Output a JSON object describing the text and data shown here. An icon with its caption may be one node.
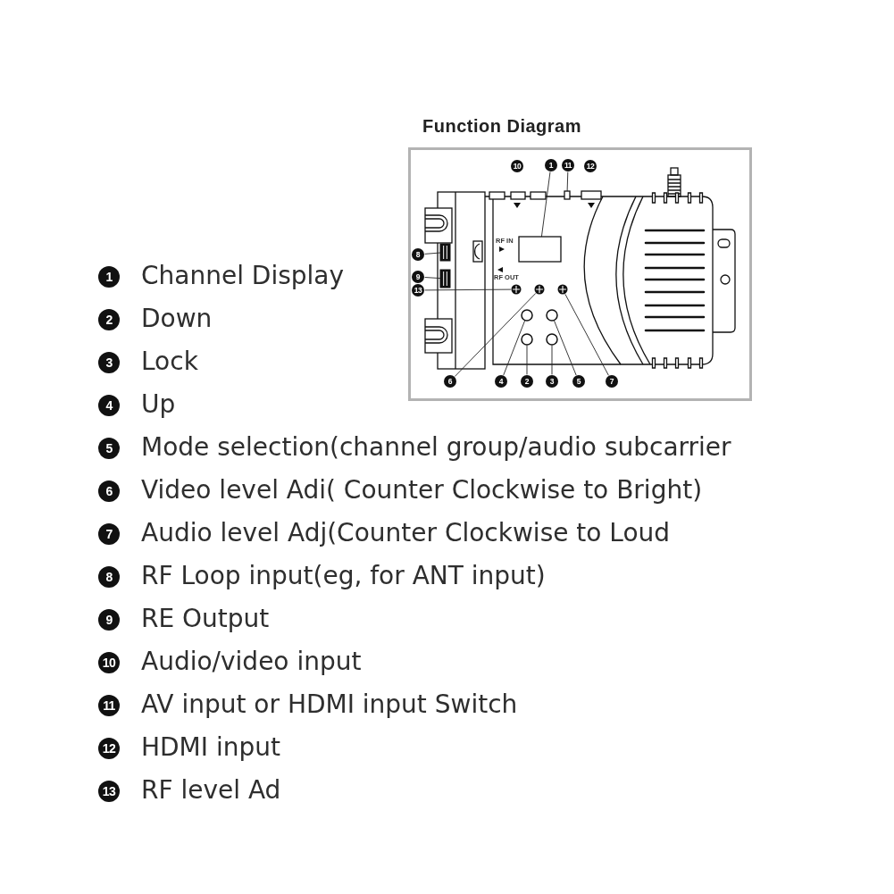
{
  "diagram": {
    "title": "Function Diagram",
    "nodes": [
      {
        "text": [
          "10"
        ]
      },
      {
        "text": [
          "1"
        ]
      },
      {
        "text": [
          "11"
        ]
      },
      {
        "text": [
          "12"
        ]
      },
      {
        "text": [],
        "shape": "box"
      },
      {
        "text": [],
        "shape": "box"
      },
      {
        "text": [
          "8"
        ]
      },
      {
        "text": [],
        "shape": "box"
      },
      {
        "text": [
          "9"
        ]
      },
      {
        "text": [],
        "shape": "box"
      },
      {
        "text": [
          "13"
        ]
      },
      {
        "text": [],
        "shape": "circle"
      },
      {
        "text": [],
        "shape": "circle"
      },
      {
        "text": [],
        "shape": "circle"
      },
      {
        "text": [],
        "shape": "circle"
      },
      {
        "text": [],
        "shape": "circle"
      },
      {
        "text": [],
        "shape": "circle"
      },
      {
        "text": [],
        "shape": "circle"
      },
      {
        "text": [
          "6"
        ]
      },
      {
        "text": [
          "4"
        ]
      },
      {
        "text": [
          "2"
        ]
      },
      {
        "text": [
          "3"
        ]
      },
      {
        "text": [
          "5"
        ]
      },
      {
        "text": [
          "7"
        ]
      }
    ],
    "edges": [
      {
        "from": 1,
        "to": 4,
        "arrow": "none"
      },
      {
        "from": 2,
        "to": 5,
        "arrow": "none"
      },
      {
        "from": 6,
        "to": 7,
        "arrow": "none"
      },
      {
        "from": 8,
        "to": 9,
        "arrow": "none"
      },
      {
        "from": 10,
        "to": 11,
        "arrow": "none"
      },
      {
        "from": 18,
        "to": 12,
        "arrow": "none"
      },
      {
        "from": 19,
        "to": 14,
        "arrow": "none"
      },
      {
        "from": 20,
        "to": 16,
        "arrow": "none"
      },
      {
        "from": 21,
        "to": 17,
        "arrow": "none"
      },
      {
        "from": 22,
        "to": 15,
        "arrow": "none"
      },
      {
        "from": 23,
        "to": 13,
        "arrow": "none"
      }
    ],
    "labels": [
      "RF IN",
      "RF OUT",
      "1",
      "Channel Display",
      "2",
      "Down",
      "3",
      "Lock",
      "4",
      "Up",
      "5",
      "Mode selection(channel group/audio subcarrier",
      "6",
      "Video level Adi( Counter Clockwise to Bright)",
      "7",
      "Audio level Adj(Counter Clockwise to Loud",
      "8",
      "RF Loop input(eg, for ANT input)",
      "9",
      "RE Output",
      "10",
      "Audio/video input",
      "11",
      "AV input or HDMI input Switch",
      "12",
      "HDMI input",
      "13",
      "RF level Ad"
    ]
  }
}
